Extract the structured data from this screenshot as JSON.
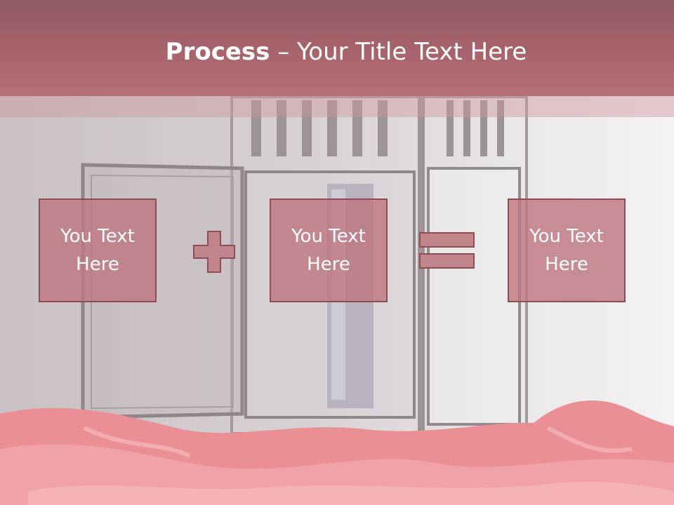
{
  "title": {
    "bold": "Process",
    "dash": " – ",
    "rest": "Your Title Text Here"
  },
  "boxes": [
    {
      "text": "You Text Here"
    },
    {
      "text": "You Text Here"
    },
    {
      "text": "You Text Here"
    }
  ],
  "operators": [
    "plus",
    "equals"
  ],
  "colors": {
    "header": "#a9636b",
    "box_fill": "#c2858c",
    "box_border": "#8e4c55",
    "text": "#ffffff"
  }
}
